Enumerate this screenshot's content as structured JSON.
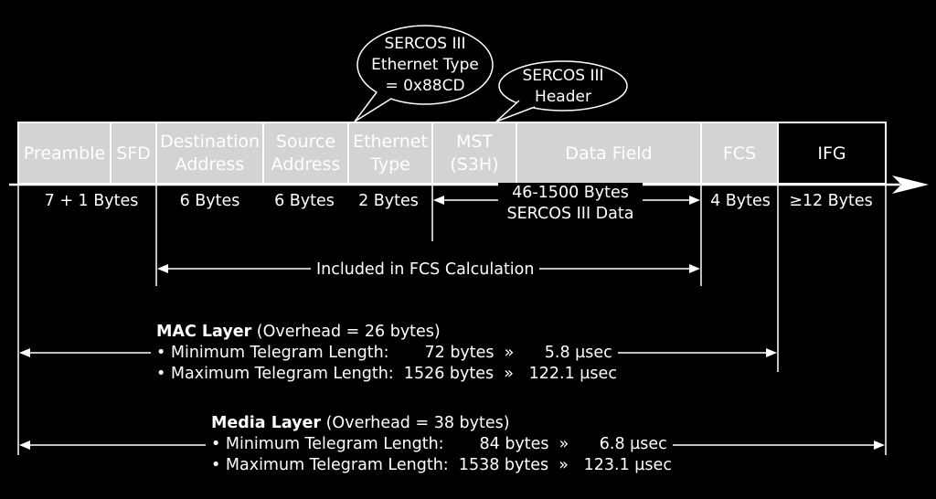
{
  "colors": {
    "background": "#000000",
    "field_fill": "#d3d3d3",
    "ifg_fill": "#000000",
    "line": "#ffffff",
    "text": "#ffffff"
  },
  "bubbles": {
    "ethertype": "SERCOS III\nEthernet Type\n= 0x88CD",
    "header": "SERCOS III\nHeader"
  },
  "fields": [
    {
      "name": "Preamble",
      "size": "7 + 1 Bytes"
    },
    {
      "name": "SFD",
      "size": ""
    },
    {
      "name": "Destination\nAddress",
      "size": "6 Bytes"
    },
    {
      "name": "Source\nAddress",
      "size": "6 Bytes"
    },
    {
      "name": "Ethernet\nType",
      "size": "2 Bytes"
    },
    {
      "name": "MST\n(S3H)",
      "size": ""
    },
    {
      "name": "Data Field",
      "size": "46-1500 Bytes\nSERCOS III Data"
    },
    {
      "name": "FCS",
      "size": "4 Bytes"
    },
    {
      "name": "IFG",
      "size": "≥12 Bytes"
    }
  ],
  "fcs_span": "Included in FCS Calculation",
  "mac": {
    "title": "MAC Layer",
    "overhead": " (Overhead = 26 bytes)",
    "min": "• Minimum Telegram Length:       72 bytes  »      5.8 µsec",
    "max": "• Maximum Telegram Length:  1526 bytes  »   122.1 µsec"
  },
  "media": {
    "title": "Media Layer",
    "overhead": " (Overhead = 38 bytes)",
    "min": "• Minimum Telegram Length:       84 bytes  »      6.8 µsec",
    "max": "• Maximum Telegram Length:  1538 bytes  »   123.1 µsec"
  }
}
